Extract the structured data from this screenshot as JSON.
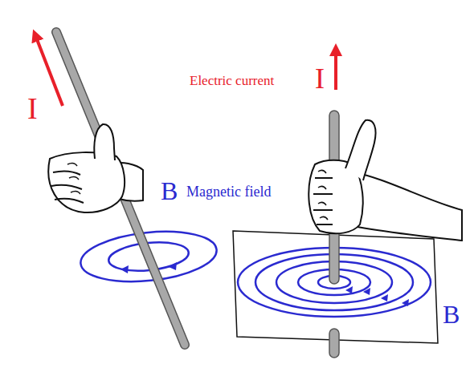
{
  "diagram": {
    "labels": [
      "I",
      "B",
      "Magnetic field",
      "Electric current",
      "I",
      "B"
    ]
  }
}
